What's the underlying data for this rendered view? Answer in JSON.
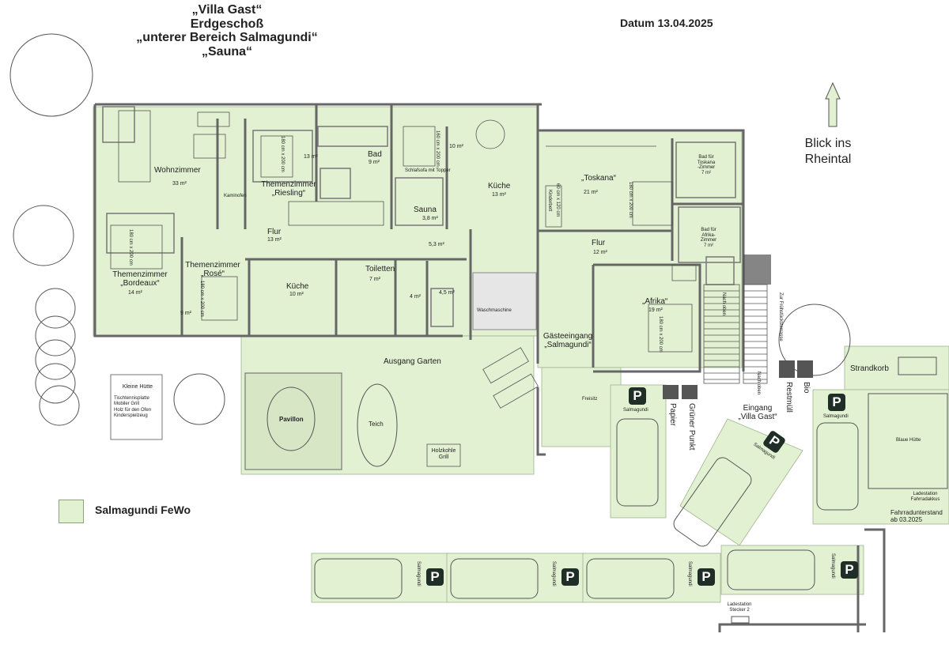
{
  "header": {
    "title_lines": [
      "„Villa Gast“",
      "Erdgeschoß",
      "„unterer Bereich Salmagundi“",
      "„Sauna“"
    ],
    "date": "Datum 13.04.2025",
    "view_label_lines": [
      "Blick ins",
      "Rheintal"
    ]
  },
  "rooms": {
    "wohnzimmer": {
      "name": "Wohnzimmer",
      "area": "33 m²"
    },
    "kaminofen": {
      "name": "Kaminofen"
    },
    "riesling": {
      "name_lines": [
        "Themenzimmer",
        "„Riesling“"
      ],
      "area": "13 m²",
      "bed": "180 cm x 200 cm"
    },
    "bad": {
      "name": "Bad",
      "area": "9 m²"
    },
    "schlafsofa": {
      "name": "Schlafsofa mit Topper",
      "bed": "160 cm x 200 cm",
      "area": "10 m²"
    },
    "kueche_upper": {
      "name": "Küche",
      "area": "13 m²"
    },
    "sauna": {
      "name": "Sauna",
      "area": "3,8 m²"
    },
    "toskana": {
      "name": "„Toskana“",
      "area": "21 m²",
      "bed": "180 cm x 200 cm",
      "kinderbett": "Kinderbett",
      "kinderbett_size": "60 cm x 120 cm"
    },
    "bad_toskana": {
      "name_lines": [
        "Bad für",
        "Toskana",
        "-Zimmer"
      ],
      "area": "7 m²"
    },
    "bad_afrika": {
      "name_lines": [
        "Bad für",
        "Afrika-",
        "Zimmer"
      ],
      "area": "7 m²"
    },
    "flur_left": {
      "name": "Flur",
      "area": "13 m²"
    },
    "flur_right": {
      "name": "Flur",
      "area": "12 m²"
    },
    "bordeaux": {
      "name_lines": [
        "Themenzimmer",
        "„Bordeaux“"
      ],
      "area": "14 m²",
      "bed": "180 cm x 200 cm"
    },
    "rose": {
      "name_lines": [
        "Themenzimmer",
        "„Rosé“"
      ],
      "area": "9 m²",
      "bed": "180 cm x 200 cm"
    },
    "kueche_lower": {
      "name": "Küche",
      "area": "10 m²"
    },
    "toiletten": {
      "name": "Toiletten",
      "area": "7 m²"
    },
    "hall": {
      "area": "4 m²"
    },
    "shower": {
      "area": "4,5 m²"
    },
    "small": {
      "area": "5,3 m²"
    },
    "waschmaschine": {
      "name": "Waschmaschine"
    },
    "gaesteeingang": {
      "name_lines": [
        "Gästeeingang",
        "„Salmagundi“"
      ]
    },
    "afrika": {
      "name": "„Afrika“",
      "area": "19 m²",
      "bed": "180 cm x 200 cm"
    }
  },
  "outside": {
    "ausgang_garten": "Ausgang Garten",
    "pavillon": "Pavillon",
    "teich": "Teich",
    "grill_lines": [
      "Holzkohle",
      "Grill"
    ],
    "freisitz": "Freisitz",
    "nach_oben": "Nach oben",
    "zur_fruehstuecksterrasse": "Zur Frühstücksterrasse",
    "eingang_lines": [
      "Eingang",
      "„Villa Gast“"
    ],
    "papier": "Papier",
    "gruener_punkt": "Grüner Punkt",
    "restmuell": "Restmüll",
    "bio": "Bio",
    "strandkorb": "Strandkorb",
    "blaue_huette": "Blaue Hütte",
    "ladestation_fahrrad_lines": [
      "Ladestation",
      "Fahrradakkus"
    ],
    "fahrradunterstand_lines": [
      "Fahrradunterstand",
      "ab 03.2025"
    ],
    "ladestation_stecker_lines": [
      "Ladestation",
      "Stecker 2"
    ],
    "parking_label": "Salmagundi",
    "parking_symbol": "P"
  },
  "kleine_huette": {
    "title": "Kleine Hütte",
    "items": [
      "Tischtennisplatte",
      "Mobiler Grill",
      "Holz für den Ofen",
      "Kinderspielzeug"
    ]
  },
  "legend": {
    "label": "Salmagundi FeWo",
    "color": "#e2f1d2"
  },
  "colors": {
    "area_fill": "#e2f1d2",
    "wall": "#666666",
    "parking_badge": "#1f2f27"
  }
}
